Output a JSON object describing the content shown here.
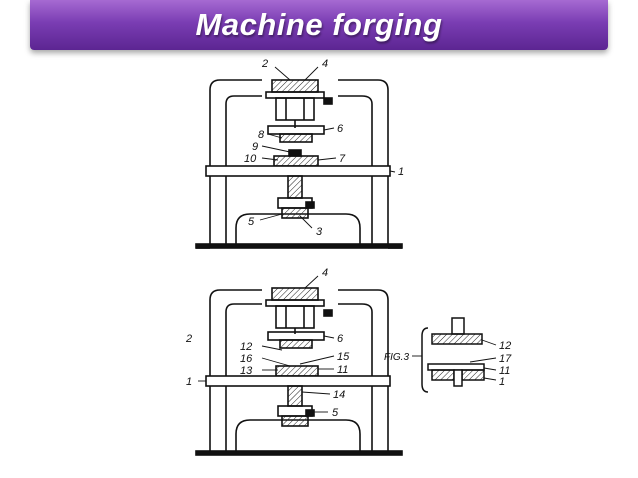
{
  "slide": {
    "title": "Machine forging",
    "accent_color": "#7a3db3"
  },
  "figure_top": {
    "labels": {
      "l2": "2",
      "l4": "4",
      "l6": "6",
      "l8": "8",
      "l9": "9",
      "l10": "10",
      "l7": "7",
      "l1": "1",
      "l5": "5",
      "l3": "3"
    }
  },
  "figure_bottom": {
    "labels": {
      "l4": "4",
      "l6": "6",
      "l12": "12",
      "l15": "15",
      "l16": "16",
      "l13": "13",
      "l11": "11",
      "l1": "1",
      "l14": "14",
      "l5": "5",
      "fig2_fragment": "2"
    }
  },
  "figure_three": {
    "caption": "FIG.3",
    "labels": {
      "l12": "12",
      "l17": "17",
      "l11": "11",
      "l1": "1"
    }
  }
}
